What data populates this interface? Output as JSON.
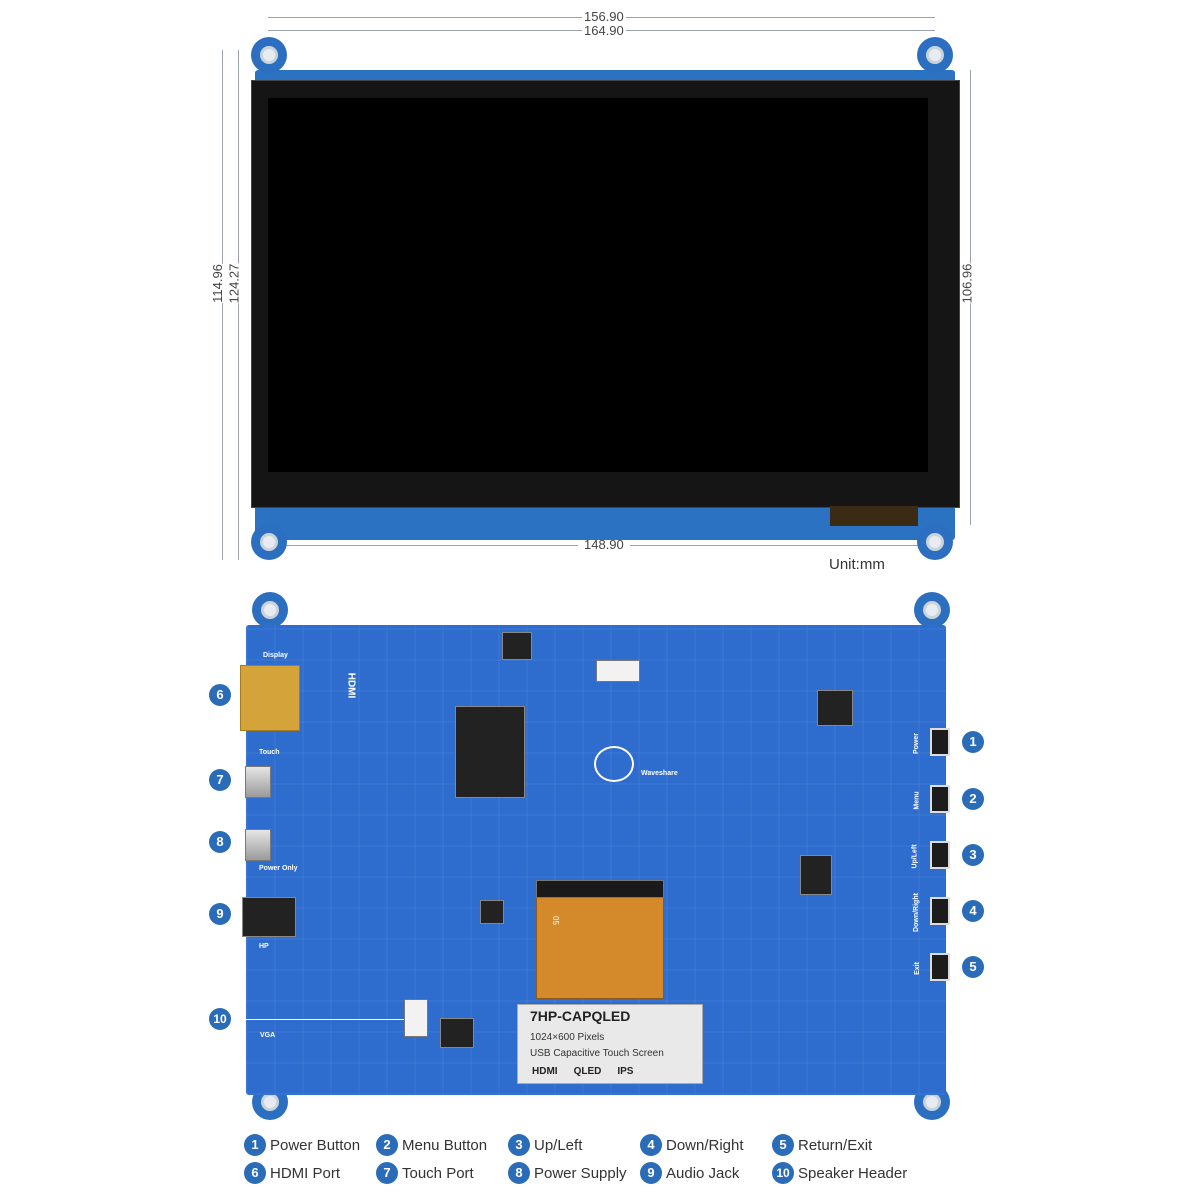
{
  "dimensions": {
    "outer_width": "164.90",
    "inner_width": "156.90",
    "bottom_width": "148.90",
    "outer_height": "124.27",
    "inner_height": "114.96",
    "right_height": "106.96",
    "unit": "Unit:mm"
  },
  "back_board": {
    "silkscreen": {
      "display": "Display",
      "hdmi": "HDMI",
      "touch": "Touch",
      "power_only": "Power Only",
      "hp": "HP",
      "vga": "VGA",
      "power": "Power",
      "menu": "Menu",
      "up_left": "Up/Left",
      "down_right": "Down/Right",
      "exit": "Exit",
      "brand": "Waveshare",
      "ffc_marking": "05"
    },
    "label_card": {
      "title": "7HP-CAPQLED",
      "line1": "1024×600 Pixels",
      "line2": "USB Capacitive Touch Screen",
      "logos": [
        "HDMI",
        "QLED",
        "IPS"
      ]
    }
  },
  "legend": [
    {
      "num": "1",
      "text": "Power Button"
    },
    {
      "num": "2",
      "text": "Menu Button"
    },
    {
      "num": "3",
      "text": "Up/Left"
    },
    {
      "num": "4",
      "text": "Down/Right"
    },
    {
      "num": "5",
      "text": "Return/Exit"
    },
    {
      "num": "6",
      "text": "HDMI Port"
    },
    {
      "num": "7",
      "text": "Touch Port"
    },
    {
      "num": "8",
      "text": "Power Supply"
    },
    {
      "num": "9",
      "text": "Audio Jack"
    },
    {
      "num": "10",
      "text": "Speaker Header"
    }
  ],
  "colors": {
    "marker": "#2b6cb8",
    "pcb": "#2e6ccd"
  }
}
